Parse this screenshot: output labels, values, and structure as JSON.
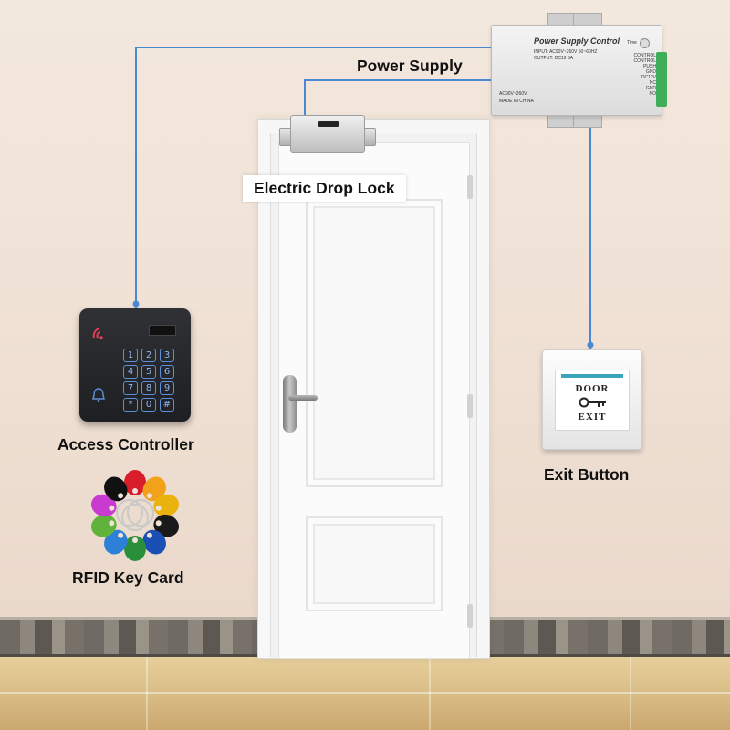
{
  "labels": {
    "power_supply": "Power Supply",
    "electric_drop_lock": "Electric Drop Lock",
    "access_controller": "Access Controller",
    "rfid_key_card": "RFID Key Card",
    "exit_button": "Exit Button"
  },
  "power_supply_unit": {
    "title": "Power Supply Control",
    "input": "INPUT: AC90V~260V 50~60HZ",
    "output": "OUTPUT: DC12 3A",
    "rating": "AC90V~260V",
    "made_in": "MADE IN CHINA",
    "time_label": "Time",
    "terminals": [
      "CONTROL",
      "CONTROL",
      "PUSH",
      "GND",
      "DC12V",
      "NC",
      "GND",
      "NO"
    ]
  },
  "keypad": {
    "keys": [
      "1",
      "2",
      "3",
      "4",
      "5",
      "6",
      "7",
      "8",
      "9",
      "*",
      "0",
      "#"
    ]
  },
  "exit_panel": {
    "line1": "DOOR",
    "line2": "EXIT"
  },
  "rfid_tag_colors": [
    "#d81e2a",
    "#f2a21a",
    "#e9b20c",
    "#1a1a1a",
    "#1b4fb5",
    "#2a8f3a",
    "#2e7fd8",
    "#5fb33b",
    "#c93ad0",
    "#111111"
  ],
  "colors": {
    "wire": "#4b88d3",
    "keypad_backlight": "#5f8fd8",
    "rfid_icon": "#e23c52",
    "terminal_block": "#3fae5a"
  }
}
